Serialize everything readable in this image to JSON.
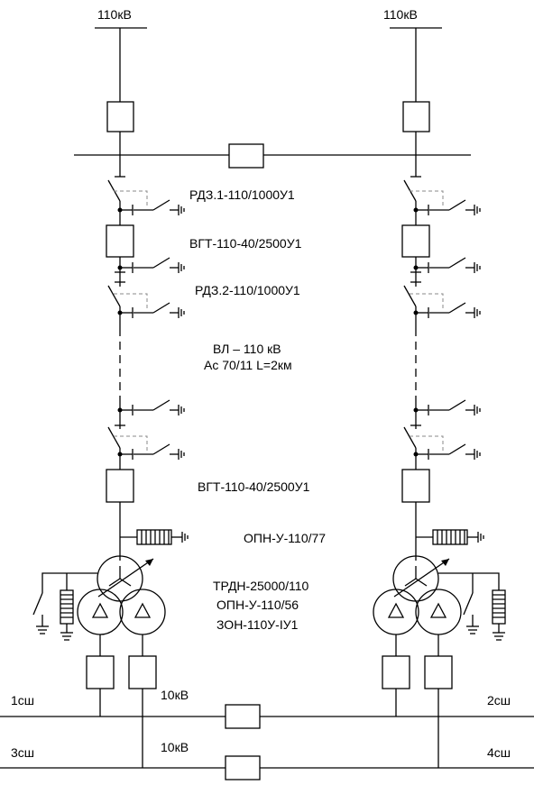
{
  "labels": {
    "supply_left": "110кВ",
    "supply_right": "110кВ",
    "disconnector_1": "РДЗ.1-110/1000У1",
    "breaker_1": "ВГТ-110-40/2500У1",
    "disconnector_2": "РДЗ.2-110/1000У1",
    "line_1": "ВЛ – 110 кВ",
    "line_2": "Ас 70/11 L=2км",
    "breaker_2": "ВГТ-110-40/2500У1",
    "arrester_1": "ОПН-У-110/77",
    "transformer": "ТРДН-25000/110",
    "arrester_2": "ОПН-У-110/56",
    "grounding": "ЗОН-110У-IУ1",
    "bus_1": "1сш",
    "bus_2": "2сш",
    "bus_3": "3сш",
    "bus_4": "4сш",
    "voltage_1": "10кВ",
    "voltage_2": "10кВ"
  },
  "icons": {
    "winding_star": "star",
    "winding_delta": "triangle"
  }
}
